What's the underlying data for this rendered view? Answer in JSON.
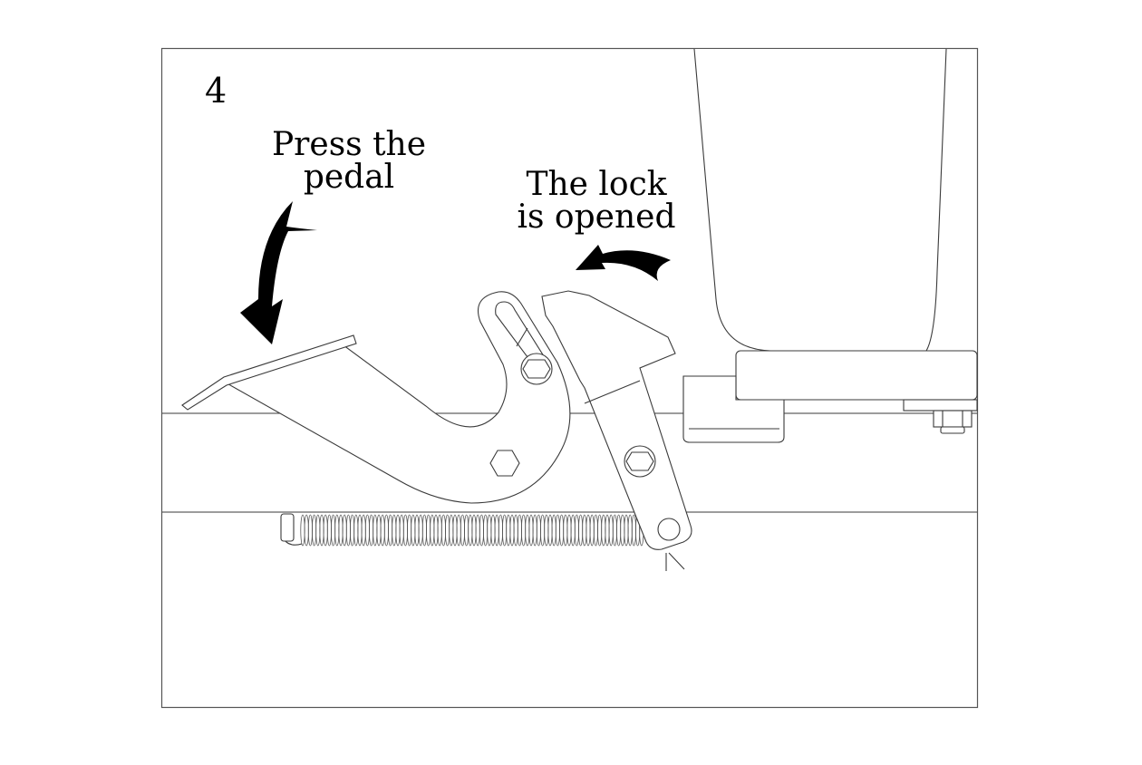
{
  "figure": {
    "step_number": "4",
    "labels": {
      "press_line1": "Press the",
      "press_line2": "pedal",
      "lock_line1": "The lock",
      "lock_line2": "is opened"
    },
    "icons": {
      "press_arrow": "curved-arrow-down",
      "lock_arrow": "curved-arrow-left"
    },
    "colors": {
      "line": "#3a3a3a",
      "arrow": "#000000",
      "background": "#ffffff"
    }
  }
}
